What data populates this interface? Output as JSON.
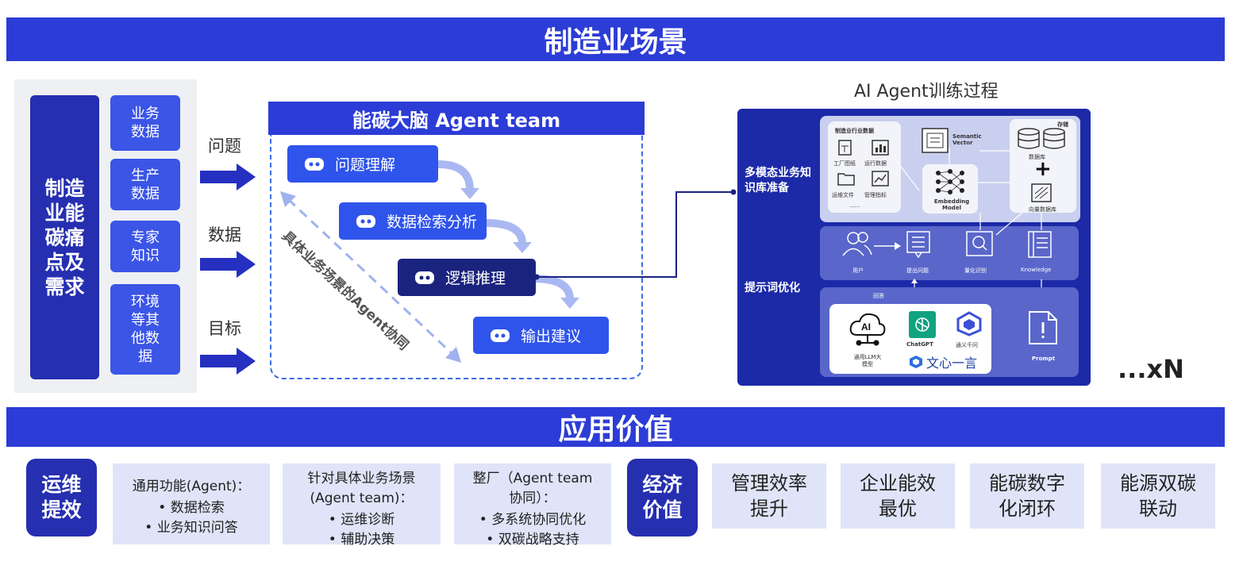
{
  "top_banner": "制造业场景",
  "left": {
    "title_lines": [
      "制造",
      "业能",
      "碳痛",
      "点及",
      "需求"
    ],
    "sources": [
      {
        "lines": [
          "业务",
          "数据"
        ]
      },
      {
        "lines": [
          "生产",
          "数据"
        ]
      },
      {
        "lines": [
          "专家",
          "知识"
        ]
      },
      {
        "lines": [
          "环境",
          "等其",
          "他数",
          "据"
        ]
      }
    ]
  },
  "flow_labels": [
    "问题",
    "数据",
    "目标"
  ],
  "agent_team": {
    "header": "能碳大脑 Agent team",
    "steps": [
      "问题理解",
      "数据检索分析",
      "逻辑推理",
      "输出建议"
    ],
    "diagonal_label": "具体业务场景的Agent协同"
  },
  "training": {
    "title": "AI Agent训练过程",
    "row1_label": "多模态业务知识库准备",
    "row2_label": "提示词优化",
    "industry_data_title": "制造业行业数据",
    "industry_items": [
      "工厂图纸",
      "运行数据",
      "运维文件",
      "管理指标"
    ],
    "ellipsis": "......",
    "semantic_vector": "Semantic Vector",
    "embedding_model": "Embedding Model",
    "storage": "存储",
    "database": "数据库",
    "vector_db": "向量数据库",
    "user": "用户",
    "ask": "提出问题",
    "quantify": "量化识别",
    "knowledge": "Knowledge",
    "feedback": "回答",
    "llm_label": "通用LLM大模型",
    "chatgpt": "ChatGPT",
    "tongyi": "通义千问",
    "wenxin": "文心一言",
    "prompt": "Prompt",
    "ai_glyph": "AI"
  },
  "multiplier": "...xN",
  "value_banner": "应用价值",
  "values": {
    "ops_title": "运维提效",
    "ops_title_lines": [
      "运维",
      "提效"
    ],
    "card1": {
      "title": "通用功能(Agent)：",
      "items": [
        "数据检索",
        "业务知识问答"
      ]
    },
    "card2": {
      "title_lines": [
        "针对具体业务场景",
        "(Agent team)："
      ],
      "items": [
        "运维诊断",
        "辅助决策"
      ]
    },
    "card3": {
      "title_lines": [
        "整厂（Agent team",
        "协同）："
      ],
      "items": [
        "多系统协同优化",
        "双碳战略支持"
      ]
    },
    "econ_title_lines": [
      "经济",
      "价值"
    ],
    "benefits": [
      {
        "lines": [
          "管理效率",
          "提升"
        ]
      },
      {
        "lines": [
          "企业能效",
          "最优"
        ]
      },
      {
        "lines": [
          "能碳数字",
          "化闭环"
        ]
      },
      {
        "lines": [
          "能源双碳",
          "联动"
        ]
      }
    ]
  },
  "colors": {
    "primary": "#2c3cd6",
    "dark": "#252fb0",
    "navy": "#1a237e",
    "light": "#dfe4f8",
    "panel": "#1c2aa8"
  }
}
